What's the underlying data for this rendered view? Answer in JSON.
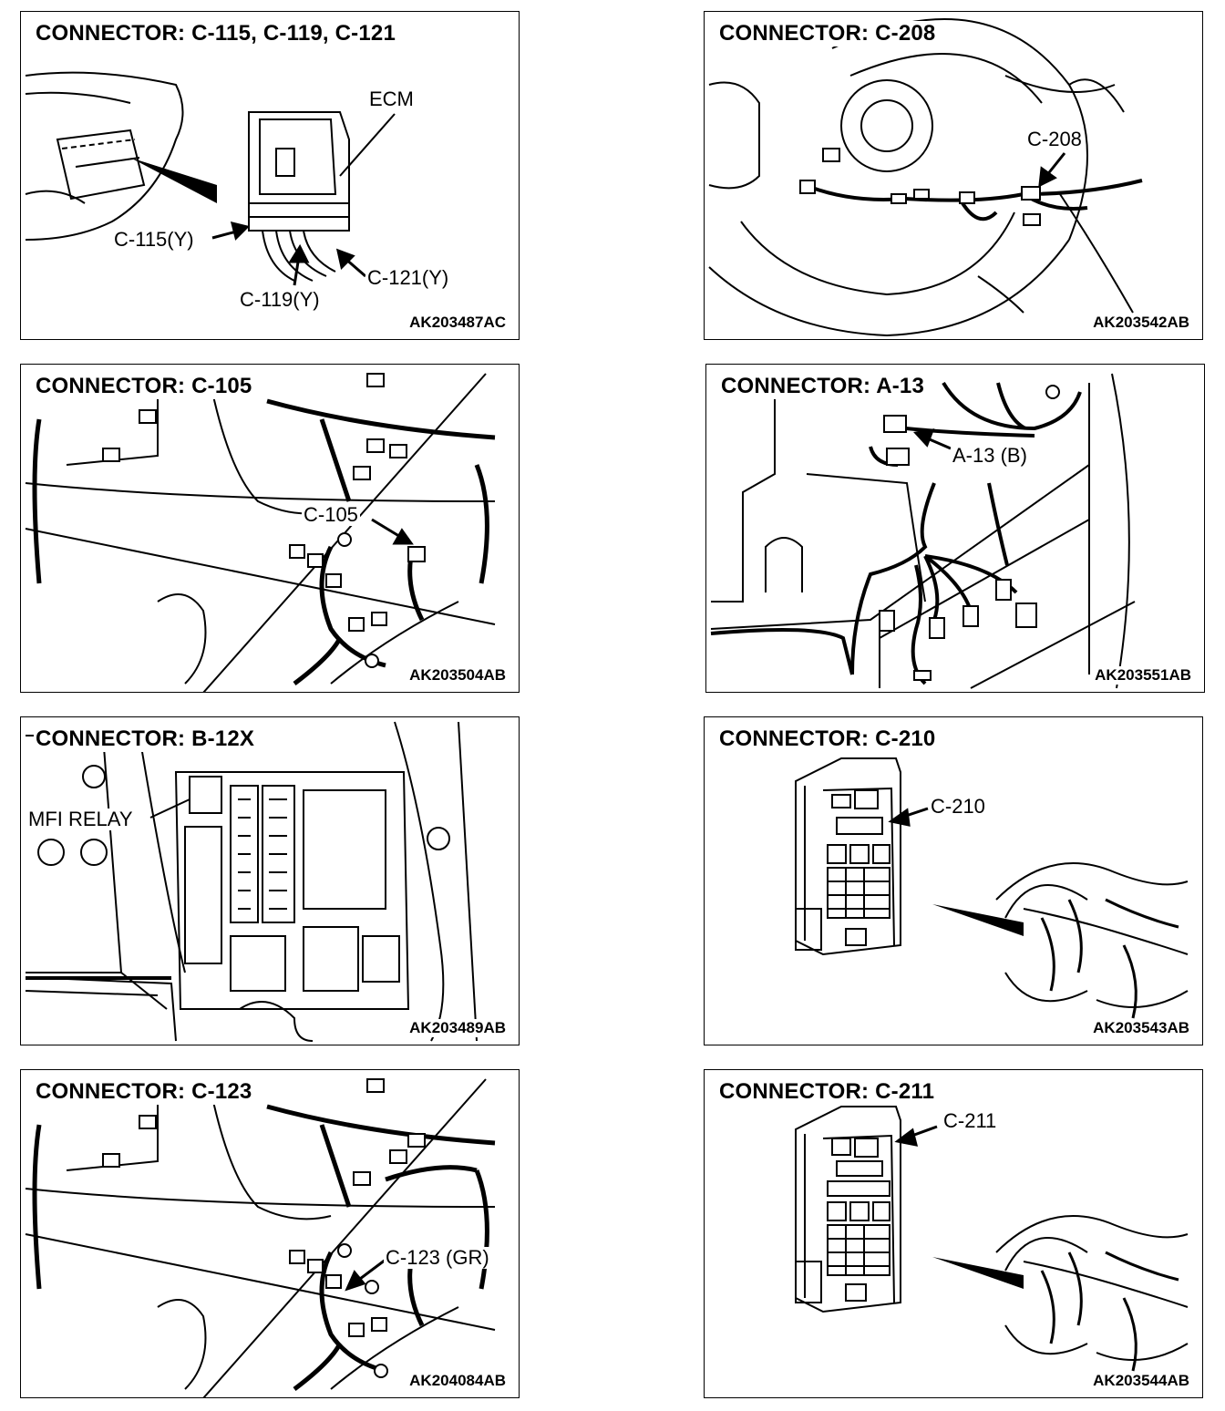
{
  "panels": {
    "p1": {
      "title": "CONNECTOR: C-115, C-119, C-121",
      "code": "AK203487AC",
      "labels": {
        "ecm": "ECM",
        "c115": "C-115(Y)",
        "c119": "C-119(Y)",
        "c121": "C-121(Y)"
      }
    },
    "p2": {
      "title": "CONNECTOR: C-208",
      "code": "AK203542AB",
      "labels": {
        "c208": "C-208"
      }
    },
    "p3": {
      "title": "CONNECTOR: C-105",
      "code": "AK203504AB",
      "labels": {
        "c105": "C-105"
      }
    },
    "p4": {
      "title": "CONNECTOR: A-13",
      "code": "AK203551AB",
      "labels": {
        "a13b": "A-13 (B)"
      }
    },
    "p5": {
      "title": "CONNECTOR: B-12X",
      "code": "AK203489AB",
      "labels": {
        "mfi": "MFI RELAY"
      }
    },
    "p6": {
      "title": "CONNECTOR: C-210",
      "code": "AK203543AB",
      "labels": {
        "c210": "C-210"
      }
    },
    "p7": {
      "title": "CONNECTOR: C-123",
      "code": "AK204084AB",
      "labels": {
        "c123": "C-123 (GR)"
      }
    },
    "p8": {
      "title": "CONNECTOR: C-211",
      "code": "AK203544AB",
      "labels": {
        "c211": "C-211"
      }
    }
  }
}
